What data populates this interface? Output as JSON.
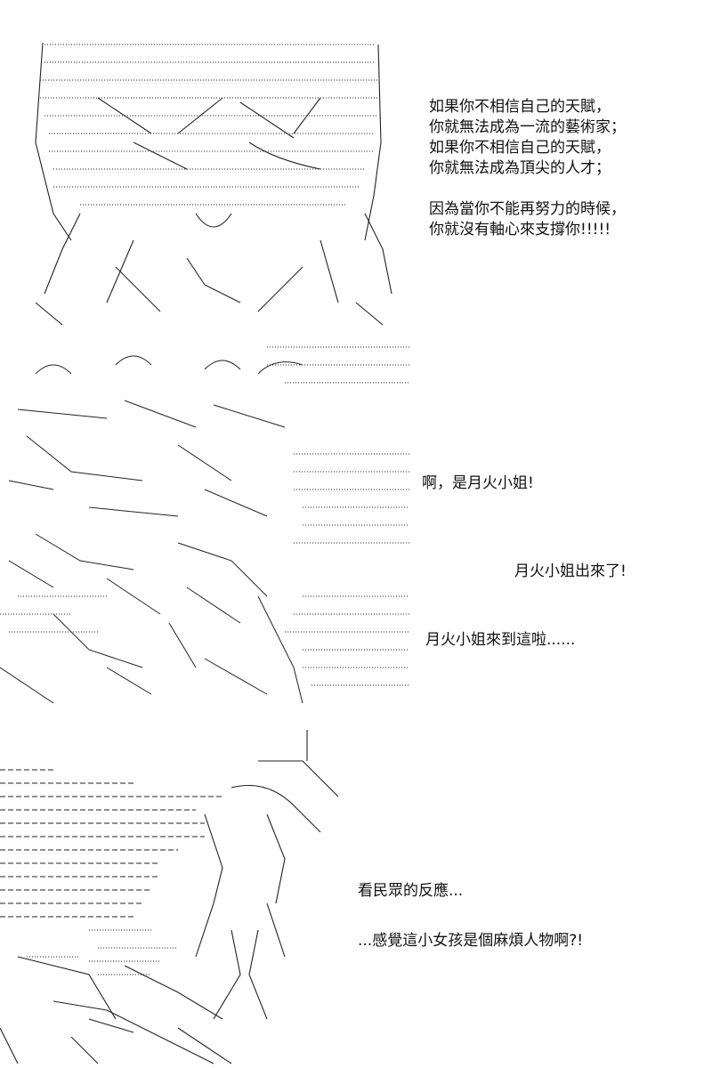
{
  "panel1": {
    "lines": [
      "如果你不相信自己的天賦，",
      "你就無法成為一流的藝術家；",
      "如果你不相信自己的天賦，",
      "你就無法成為頂尖的人才；",
      "",
      "因為當你不能再努力的時候，",
      "你就沒有軸心來支撐你!!!!!"
    ]
  },
  "panel2": {
    "line1": "啊，是月火小姐!",
    "line2": "月火小姐出來了!",
    "line3": "月火小姐來到這啦......"
  },
  "panel3": {
    "line1": "看民眾的反應...",
    "line2": "...感覺這小女孩是個麻煩人物啊?!"
  }
}
